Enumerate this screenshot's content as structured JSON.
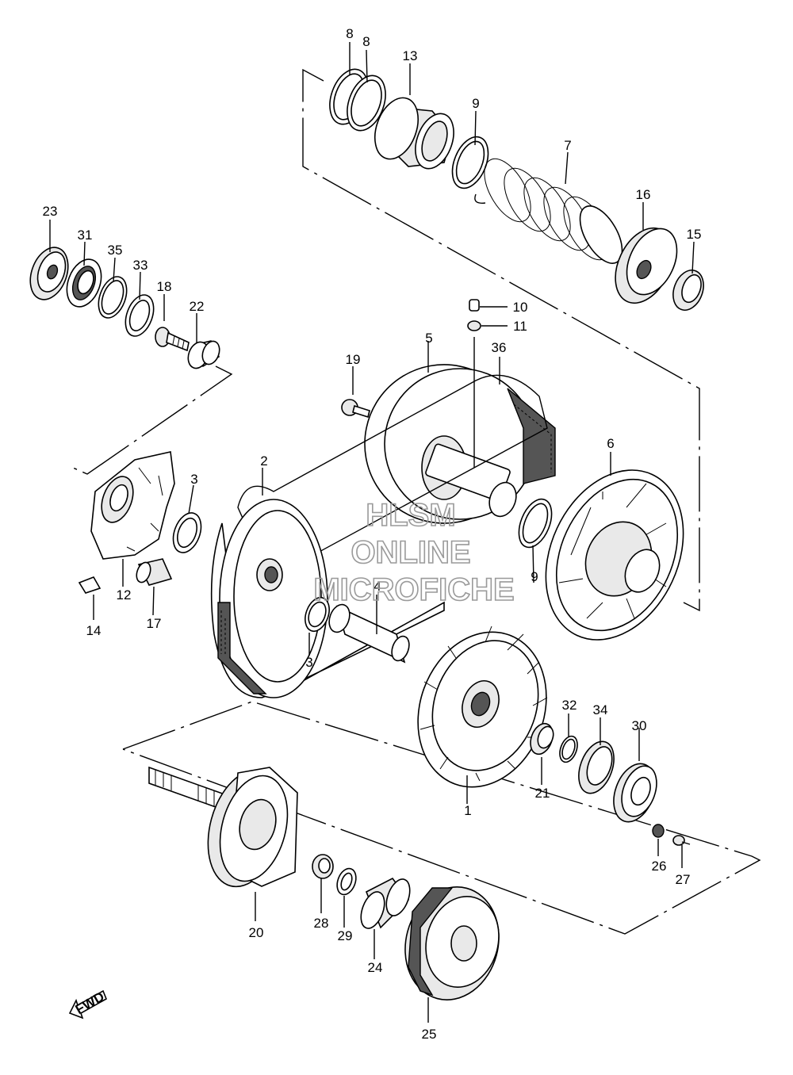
{
  "watermark": {
    "line1": "HLSM",
    "line2": "ONLINE",
    "line3": "MICROFICHE"
  },
  "fwd_label": "FWD",
  "callouts": {
    "c1": "1",
    "c2": "2",
    "c3a": "3",
    "c3b": "3",
    "c4": "4",
    "c5": "5",
    "c6": "6",
    "c7": "7",
    "c8a": "8",
    "c8b": "8",
    "c9a": "9",
    "c9b": "9",
    "c10": "10",
    "c11": "11",
    "c12": "12",
    "c13": "13",
    "c14": "14",
    "c15": "15",
    "c16": "16",
    "c17": "17",
    "c18": "18",
    "c19": "19",
    "c20": "20",
    "c21": "21",
    "c22": "22",
    "c23": "23",
    "c24": "24",
    "c25": "25",
    "c26": "26",
    "c27": "27",
    "c28": "28",
    "c29": "29",
    "c30": "30",
    "c31": "31",
    "c32": "32",
    "c33": "33",
    "c34": "34",
    "c35": "35",
    "c36": "36"
  }
}
